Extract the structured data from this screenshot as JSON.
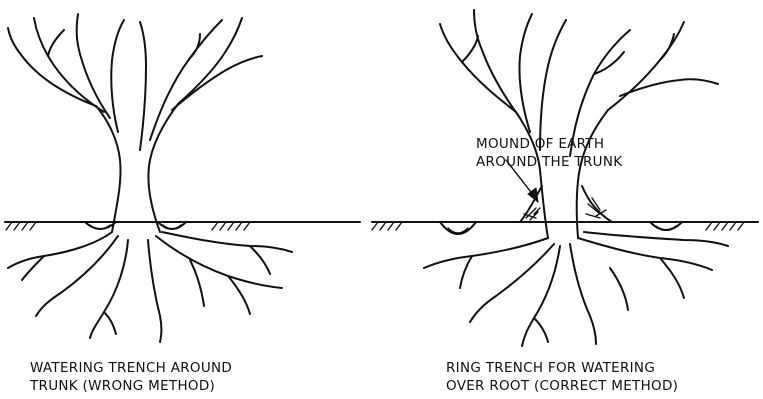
{
  "left_caption": {
    "line1": "WATERING TRENCH AROUND",
    "line2": "TRUNK (WRONG METHOD)"
  },
  "right_caption": {
    "line1": "RING TRENCH FOR WATERING",
    "line2": "OVER ROOT (CORRECT METHOD)"
  },
  "annotation": {
    "line1": "MOUND OF EARTH",
    "line2": "AROUND THE TRUNK"
  }
}
